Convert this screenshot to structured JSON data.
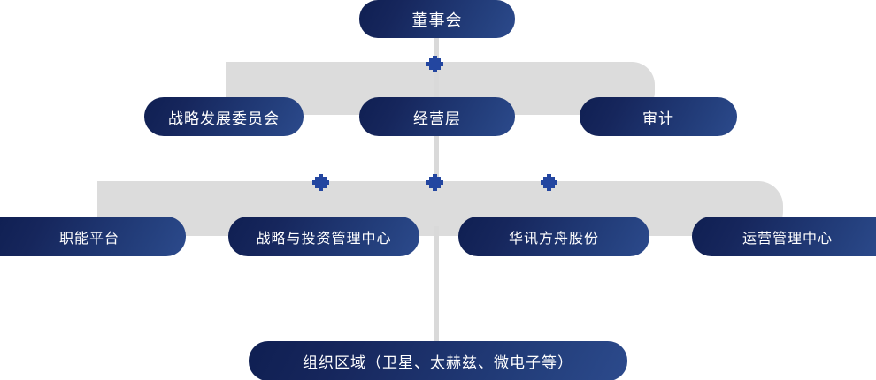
{
  "diagram": {
    "type": "organization-chart",
    "title": "",
    "colors": {
      "pill_dark": "#0f1f52",
      "pill_light": "#2c4a8c",
      "shadow_band": "#dcdcdc",
      "connector_line": "#d9d9d9",
      "node_marker": "#2346a0",
      "text": "#ffffff",
      "background": "#ffffff"
    },
    "levels": [
      {
        "level": 1,
        "nodes": [
          {
            "id": "board",
            "label": "董事会"
          }
        ]
      },
      {
        "level": 2,
        "nodes": [
          {
            "id": "strategy-committee",
            "label": "战略发展委员会"
          },
          {
            "id": "management",
            "label": "经营层"
          },
          {
            "id": "audit",
            "label": "审计"
          }
        ]
      },
      {
        "level": 3,
        "nodes": [
          {
            "id": "functional-platform",
            "label": "职能平台"
          },
          {
            "id": "strategy-investment-center",
            "label": "战略与投资管理中心"
          },
          {
            "id": "huaxun-fangzhou",
            "label": "华讯方舟股份"
          },
          {
            "id": "operations-center",
            "label": "运营管理中心"
          }
        ]
      },
      {
        "level": 4,
        "nodes": [
          {
            "id": "org-regions",
            "label": "组织区域（卫星、太赫兹、微电子等）"
          }
        ]
      }
    ]
  }
}
